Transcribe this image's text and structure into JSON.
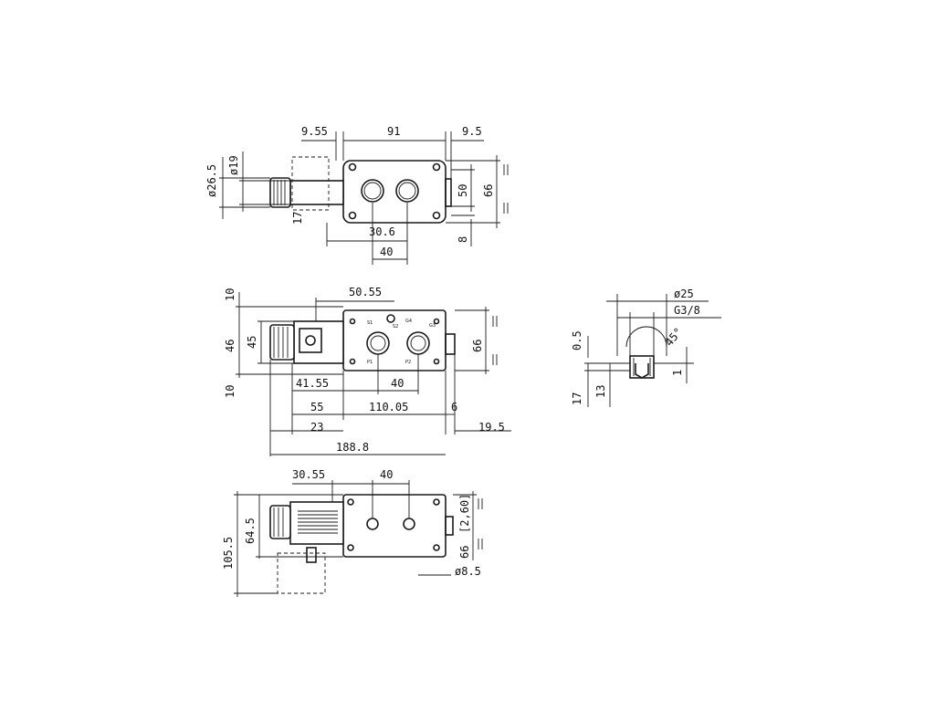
{
  "top_view": {
    "d_9_55": "9.55",
    "d_91": "91",
    "d_9_5": "9.5",
    "d_phi26_5": "ø26.5",
    "d_phi19": "ø19",
    "d_50": "50",
    "d_66": "66",
    "d_17": "17",
    "d_30_6": "30.6",
    "d_40": "40",
    "d_8": "8"
  },
  "front_view": {
    "d_10_top": "10",
    "d_50_55": "50.55",
    "d_46": "46",
    "d_45": "45",
    "d_66": "66",
    "d_10_bottom": "10",
    "d_41_55": "41.55",
    "d_40": "40",
    "d_55": "55",
    "d_110_05": "110.05",
    "d_6": "6",
    "d_23": "23",
    "d_19_5": "19.5",
    "d_188_8": "188.8",
    "ports": [
      "S1",
      "S2",
      "G4",
      "G3",
      "P1",
      "P2"
    ]
  },
  "bottom_view": {
    "d_30_55": "30.55",
    "d_40": "40",
    "d_105_5": "105.5",
    "d_64_5": "64.5",
    "d_2_60": "[2,60]",
    "d_66": "66",
    "d_phi8_5": "ø8.5"
  },
  "port_detail": {
    "d_phi25": "ø25",
    "d_g3_8": "G3/8",
    "d_0_5": "0.5",
    "d_45deg": "45°",
    "d_17": "17",
    "d_13": "13",
    "d_1": "1"
  }
}
